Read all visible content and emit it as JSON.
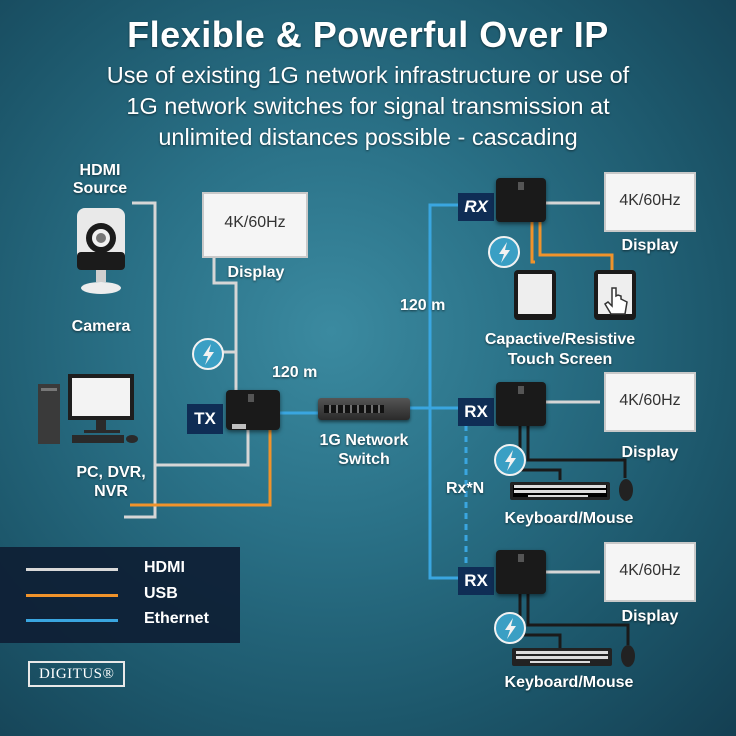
{
  "title": "Flexible & Powerful Over IP",
  "subtitle": {
    "line1": "Use of existing 1G network infrastructure or use of",
    "line2": "1G network switches for signal transmission at",
    "line3": "unlimited distances possible - cascading"
  },
  "sources": {
    "hdmi_source_line1": "HDMI",
    "hdmi_source_line2": "Source",
    "camera": "Camera",
    "pc_line1": "PC, DVR,",
    "pc_line2": "NVR"
  },
  "tx": {
    "label": "TX",
    "display_res": "4K/60Hz",
    "display_label": "Display",
    "cable_length": "120 m"
  },
  "switch": {
    "line1": "1G Network",
    "line2": "Switch"
  },
  "rx_top": {
    "label": "RX",
    "display_res": "4K/60Hz",
    "display_label": "Display",
    "touch_line1": "Capactive/Resistive",
    "touch_line2": "Touch Screen"
  },
  "rx_mid": {
    "label": "RX",
    "display_res": "4K/60Hz",
    "display_label": "Display",
    "periph_label": "Keyboard/Mouse"
  },
  "rx_bottom": {
    "label": "RX",
    "display_res": "4K/60Hz",
    "display_label": "Display",
    "periph_label": "Keyboard/Mouse"
  },
  "cascade_label": "Rx*N",
  "vertical_length": "120 m",
  "legend": {
    "hdmi": "HDMI",
    "usb": "USB",
    "ethernet": "Ethernet"
  },
  "colors": {
    "hdmi": "#d9d9d9",
    "usb": "#f0932b",
    "ethernet": "#3aa6e0",
    "background": "#2a7187"
  },
  "logo": "DIGITUS®"
}
